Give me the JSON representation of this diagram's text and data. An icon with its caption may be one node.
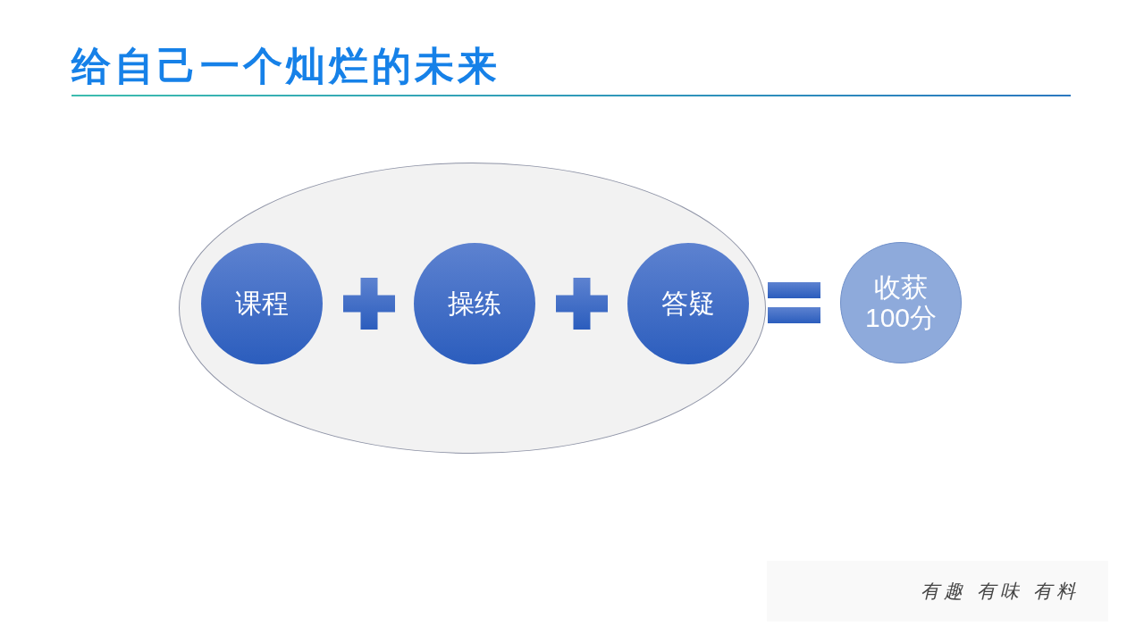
{
  "diagram": {
    "title": "给自己一个灿烂的未来",
    "nodes": [
      {
        "text": [],
        "shape": "ellipse"
      },
      {
        "text": [
          "课程"
        ],
        "in": 0
      },
      {
        "text": [
          "操练"
        ],
        "in": 0
      },
      {
        "text": [
          "答疑"
        ],
        "in": 0
      },
      {
        "text": [
          "收获100分"
        ]
      }
    ],
    "labels": [
      "有趣 有味 有料"
    ]
  }
}
